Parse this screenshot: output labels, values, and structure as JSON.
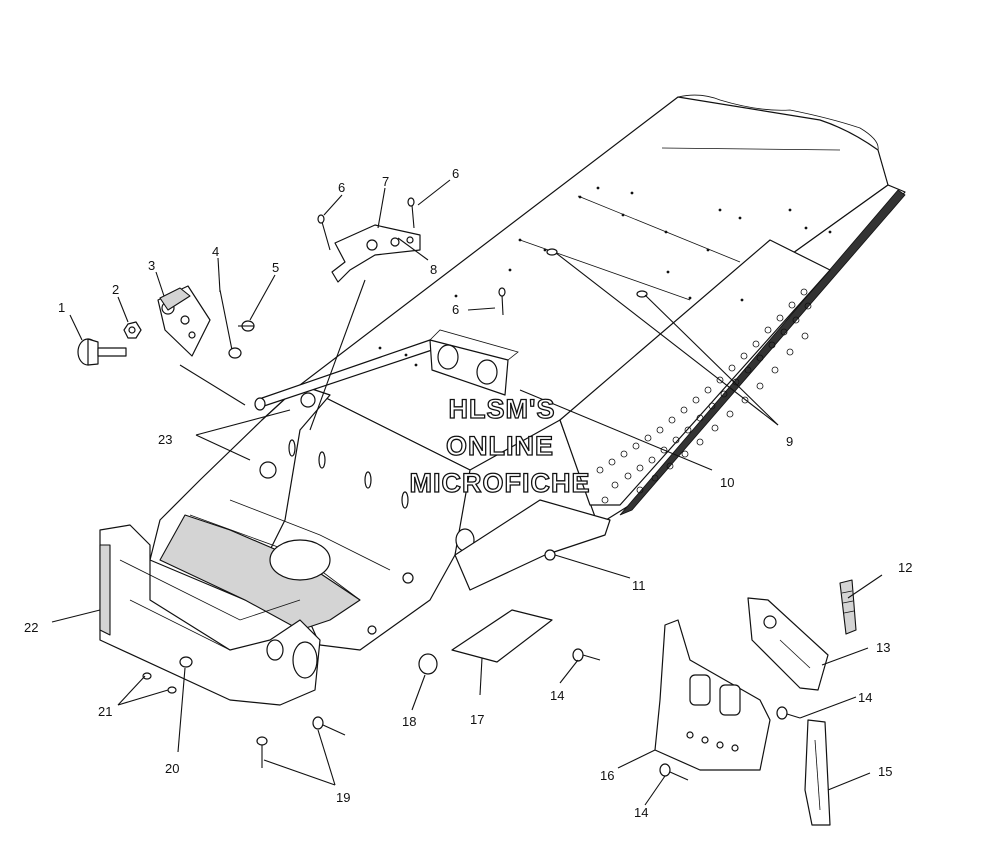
{
  "watermark": {
    "line1": "HLSM'S",
    "line2": "ONLINE",
    "line3": "MICROFICHE"
  },
  "callouts": [
    {
      "id": "c1",
      "label": "1"
    },
    {
      "id": "c2",
      "label": "2"
    },
    {
      "id": "c3",
      "label": "3"
    },
    {
      "id": "c4",
      "label": "4"
    },
    {
      "id": "c5",
      "label": "5"
    },
    {
      "id": "c6a",
      "label": "6"
    },
    {
      "id": "c6b",
      "label": "6"
    },
    {
      "id": "c6c",
      "label": "6"
    },
    {
      "id": "c7",
      "label": "7"
    },
    {
      "id": "c8",
      "label": "8"
    },
    {
      "id": "c9",
      "label": "9"
    },
    {
      "id": "c10",
      "label": "10"
    },
    {
      "id": "c11",
      "label": "11"
    },
    {
      "id": "c12",
      "label": "12"
    },
    {
      "id": "c13",
      "label": "13"
    },
    {
      "id": "c14a",
      "label": "14"
    },
    {
      "id": "c14b",
      "label": "14"
    },
    {
      "id": "c14c",
      "label": "14"
    },
    {
      "id": "c15",
      "label": "15"
    },
    {
      "id": "c16",
      "label": "16"
    },
    {
      "id": "c17",
      "label": "17"
    },
    {
      "id": "c18",
      "label": "18"
    },
    {
      "id": "c19",
      "label": "19"
    },
    {
      "id": "c20",
      "label": "20"
    },
    {
      "id": "c21",
      "label": "21"
    },
    {
      "id": "c22",
      "label": "22"
    },
    {
      "id": "c23",
      "label": "23"
    }
  ]
}
